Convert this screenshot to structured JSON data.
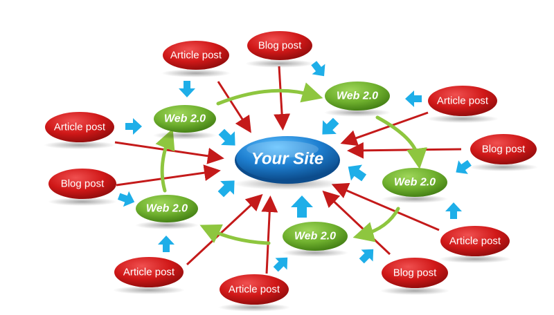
{
  "center": {
    "label": "Your Site"
  },
  "web20_nodes": [
    {
      "id": "web-top-left",
      "label": "Web 2.0"
    },
    {
      "id": "web-top-right",
      "label": "Web 2.0"
    },
    {
      "id": "web-right",
      "label": "Web 2.0"
    },
    {
      "id": "web-bottom",
      "label": "Web 2.0"
    },
    {
      "id": "web-left",
      "label": "Web 2.0"
    }
  ],
  "post_nodes": [
    {
      "id": "post-1",
      "label": "Article post"
    },
    {
      "id": "post-2",
      "label": "Blog post"
    },
    {
      "id": "post-3",
      "label": "Article post"
    },
    {
      "id": "post-4",
      "label": "Blog post"
    },
    {
      "id": "post-5",
      "label": "Article post"
    },
    {
      "id": "post-6",
      "label": "Blog post"
    },
    {
      "id": "post-7",
      "label": "Article post"
    },
    {
      "id": "post-8",
      "label": "Article post"
    },
    {
      "id": "post-9",
      "label": "Blog post"
    },
    {
      "id": "post-10",
      "label": "Article post"
    }
  ],
  "colors": {
    "post_fill": "#d01818",
    "web_fill": "#6fb02e",
    "center_fill": "#1e7fd0",
    "red_arrow": "#c41a1a",
    "green_arrow": "#8ec63f",
    "blue_arrow": "#1eaee8"
  }
}
